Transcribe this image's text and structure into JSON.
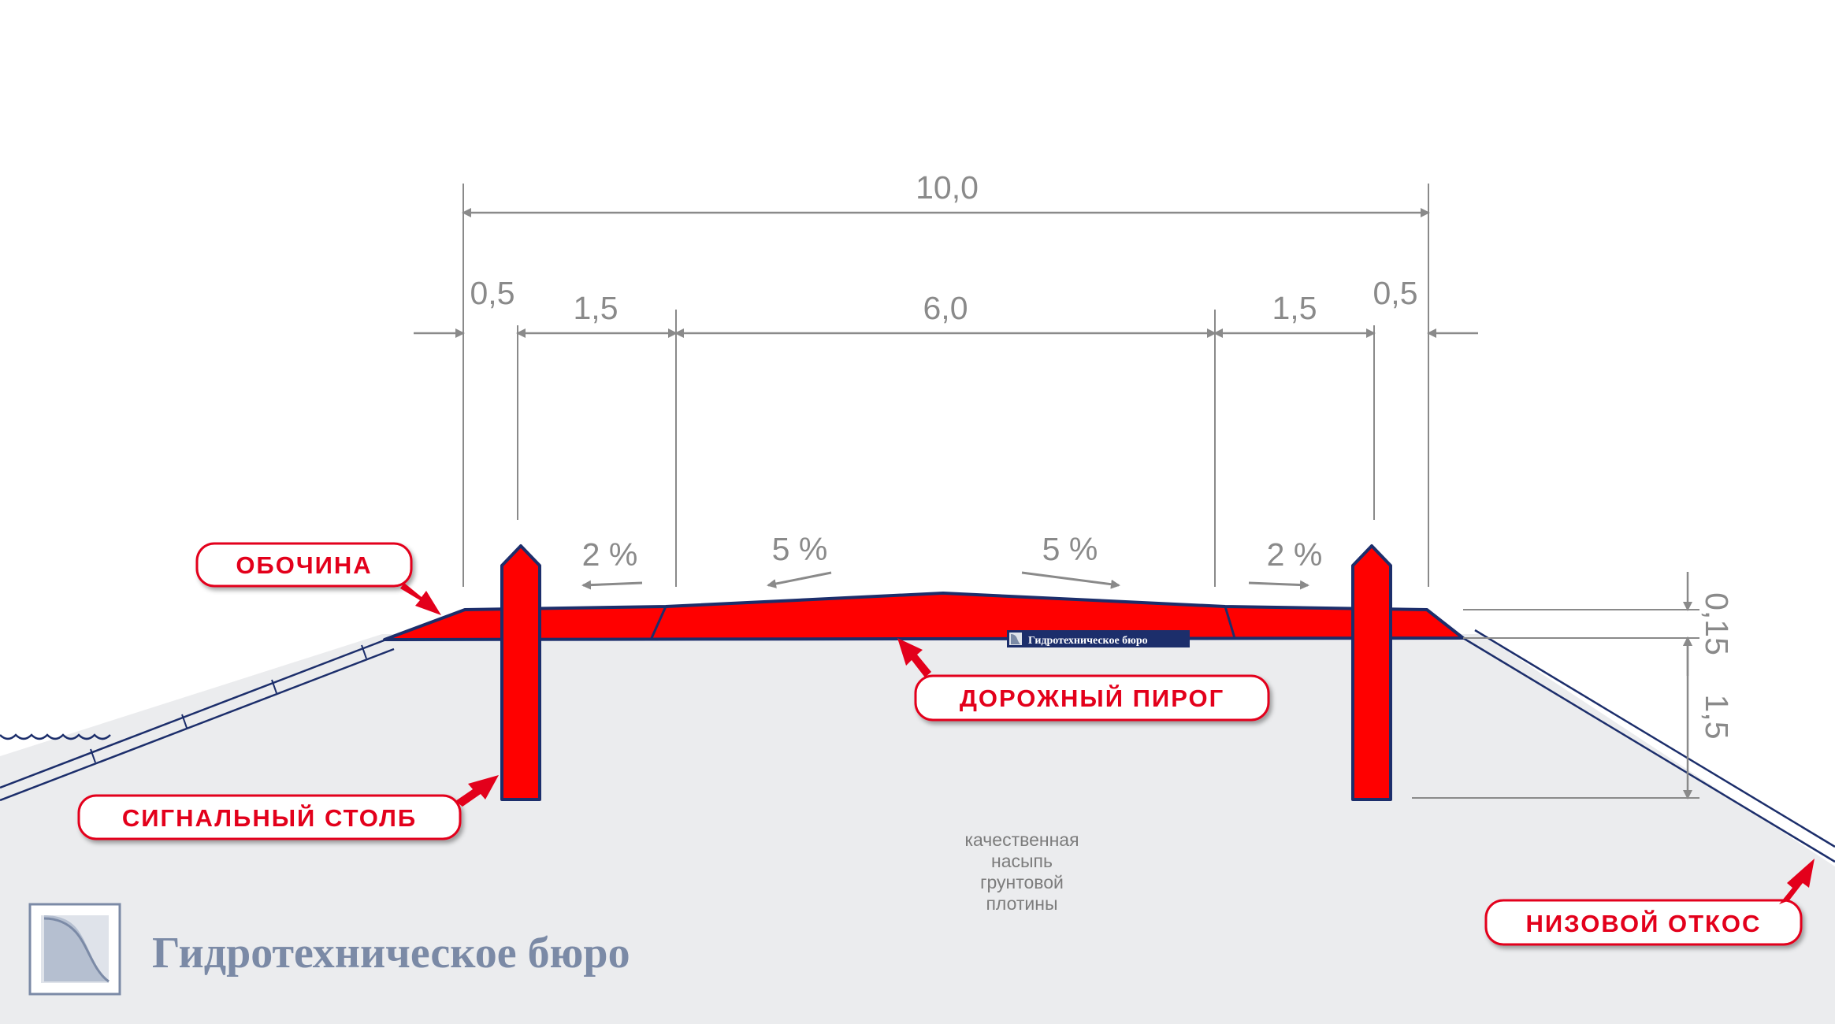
{
  "dimensions": {
    "total": "10,0",
    "left_edge": "0,5",
    "left_shoulder": "1,5",
    "carriageway": "6,0",
    "right_shoulder": "1,5",
    "right_edge": "0,5",
    "pavement_height": "0,15",
    "post_height": "1,5"
  },
  "slopes": {
    "left_shoulder": "2 %",
    "left_road": "5 %",
    "right_road": "5 %",
    "right_shoulder": "2 %"
  },
  "labels": {
    "shoulder": "ОБОЧИНА",
    "pavement": "ДОРОЖНЫЙ  ПИРОГ",
    "signal_post": "СИГНАЛЬНЫЙ  СТОЛБ",
    "downstream_slope": "НИЗОВОЙ  ОТКОС"
  },
  "ground_text": [
    "качественная",
    "насыпь",
    "грунтовой",
    "плотины"
  ],
  "logo": {
    "name": "Гидротехническое бюро",
    "watermark": "Гидротехническое бюро"
  },
  "colors": {
    "structure_red": "#ff0000",
    "outline_navy": "#1c2e6b",
    "label_red": "#e3001b",
    "dimension_gray": "#8a8a8a",
    "ground_fill": "#ebecee"
  }
}
